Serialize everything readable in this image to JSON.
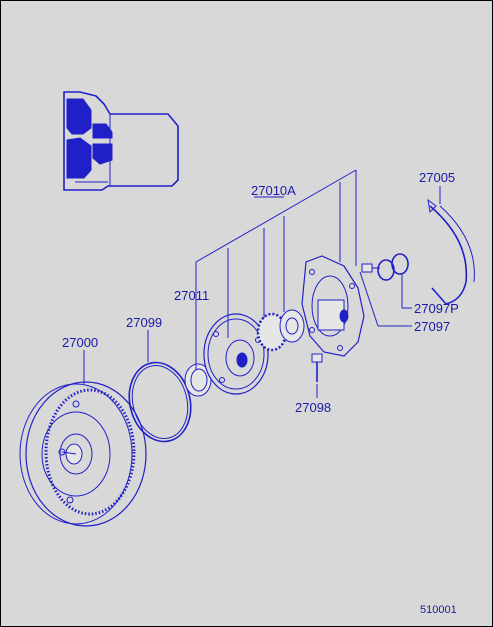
{
  "colors": {
    "background": "#d8d8d8",
    "line": "#2020c8",
    "text": "#1a1aa6",
    "border": "#000000"
  },
  "labels": {
    "p27005": "27005",
    "p27010A": "27010A",
    "p27011": "27011",
    "p27099": "27099",
    "p27000": "27000",
    "p27097P": "27097P",
    "p27097": "27097",
    "p27098": "27098"
  },
  "footer_code": "510001"
}
